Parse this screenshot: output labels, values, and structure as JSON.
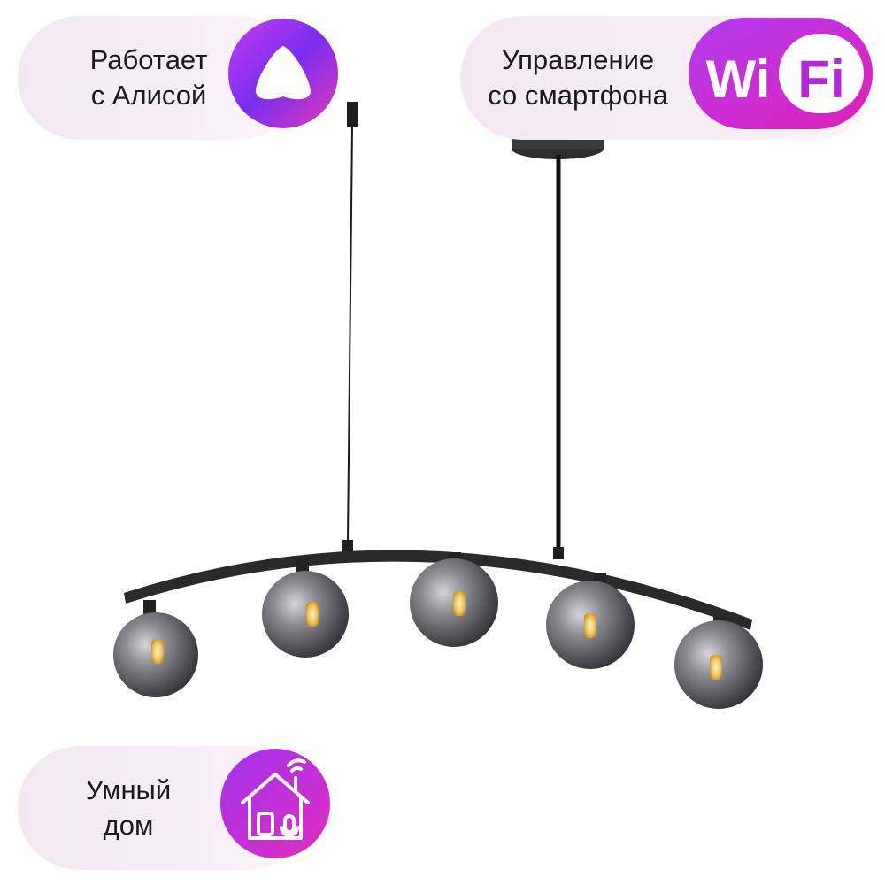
{
  "badges": {
    "alice": {
      "line1": "Работает",
      "line2": "с Алисой",
      "icon": "alice-voice-assistant-icon"
    },
    "wifi": {
      "line1": "Управление",
      "line2": "со смартфона",
      "icon": "wifi-icon",
      "wifi_left": "Wi",
      "wifi_right": "Fi"
    },
    "smart_home": {
      "line1": "Умный",
      "line2": "дом",
      "icon": "smart-home-icon"
    }
  },
  "product": {
    "shades_count": 5,
    "icon": "pendant-lamp-image"
  },
  "colors": {
    "accent_purple": "#9b1bd6",
    "accent_magenta": "#d41ec8",
    "badge_bg": "#f3e8f1",
    "lamp_metal": "#2b2b2b",
    "glass_smoke": "#6f6f74"
  }
}
